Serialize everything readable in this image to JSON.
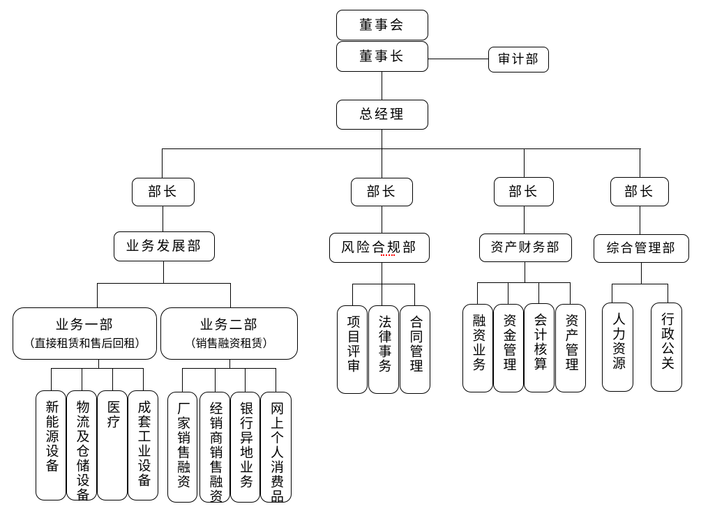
{
  "page": {
    "background_color": "#ffffff",
    "line_color": "#000000",
    "spellcheck_underline_color": "#ff0000"
  },
  "nodes": {
    "board": "董事会",
    "chairman": "董事长",
    "audit": "审计部",
    "general_manager": "总经理",
    "minister_1": "部长",
    "minister_2": "部长",
    "minister_3": "部长",
    "minister_4": "部长",
    "business_dev": "业务发展部",
    "risk_compliance": "风险合规部",
    "asset_finance": "资产财务部",
    "general_admin": "综合管理部",
    "biz1_title": "业务一部",
    "biz1_subtitle": "（直接租赁和售后回租）",
    "biz2_title": "业务二部",
    "biz2_subtitle": "（销售融资租赁）",
    "biz1_leaves": [
      "新能源设备",
      "物流及仓储设备",
      "医疗",
      "成套工业设备"
    ],
    "biz2_leaves": [
      "厂家销售融资",
      "经销商销售融资",
      "银行异地业务",
      "网上个人消费品"
    ],
    "risk_leaves": [
      "项目评审",
      "法律事务",
      "合同管理"
    ],
    "asset_leaves": [
      "融资业务",
      "资金管理",
      "会计核算",
      "资产管理"
    ],
    "admin_leaves": [
      "人力资源",
      "行政公关"
    ]
  }
}
